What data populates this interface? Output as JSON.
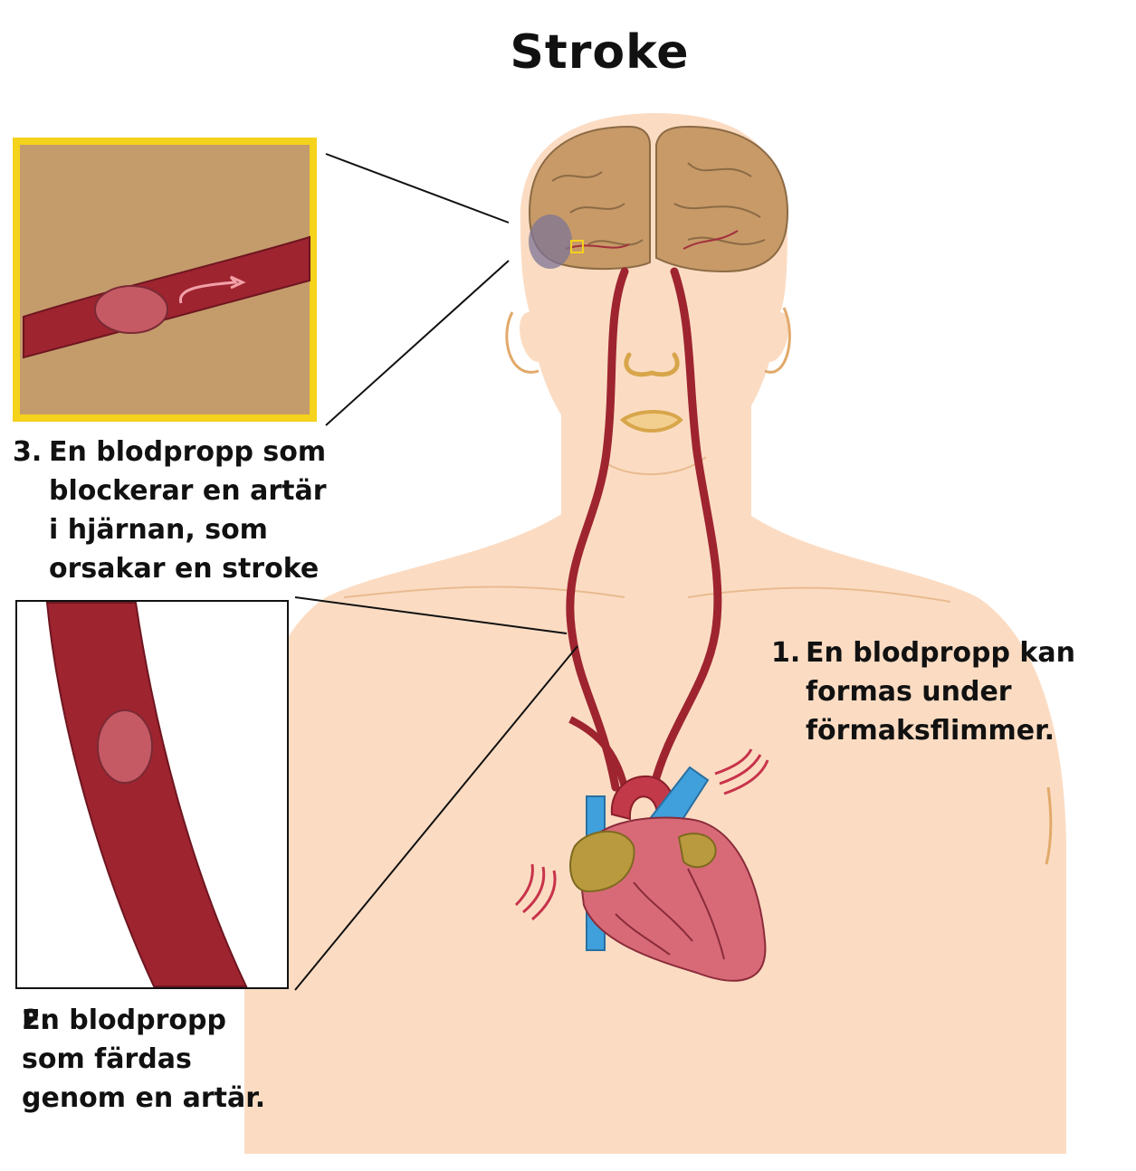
{
  "title": "Stroke",
  "labels": {
    "step1": {
      "num": "1.",
      "lines": [
        "En blodpropp kan",
        "formas under",
        "förmaksflimmer."
      ]
    },
    "step2": {
      "num": "2.",
      "lines": [
        "En blodpropp",
        "som färdas",
        "genom en artär."
      ]
    },
    "step3": {
      "num": "3.",
      "lines": [
        "En blodpropp som",
        "blockerar en artär",
        "i hjärnan, som",
        "orsakar en stroke"
      ]
    }
  },
  "colors": {
    "skin": "#fbdcc3",
    "skin_line": "#e2a96a",
    "brain": "#c79a68",
    "artery": "#9e2430",
    "vein": "#3fa0dc",
    "heart": "#d86a78",
    "clot": "#c65a64",
    "inset_frame": "#f5d21c",
    "inset_bg": "#c49c6c"
  }
}
